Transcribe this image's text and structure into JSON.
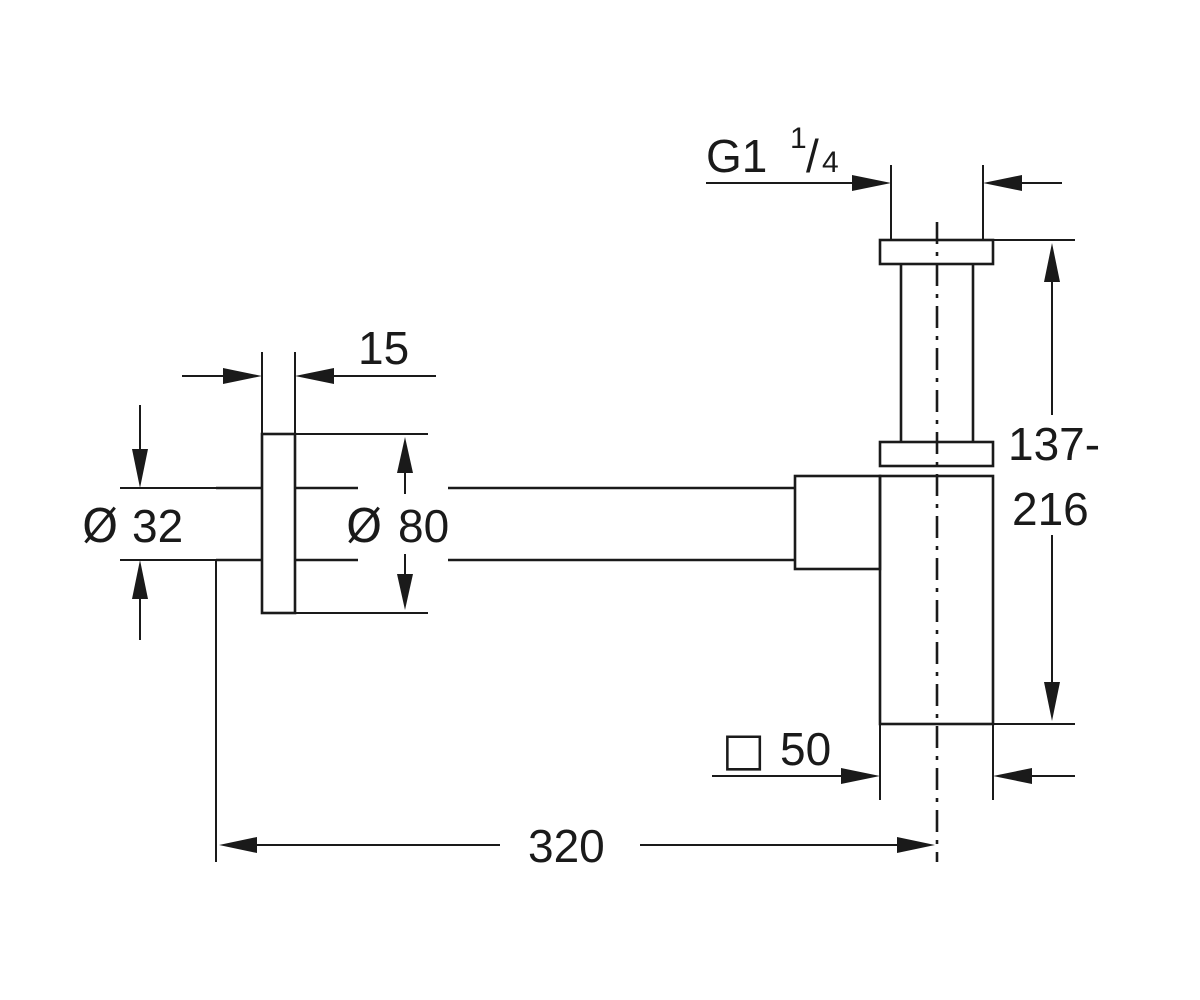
{
  "dimensions": {
    "thread": {
      "main": "G1",
      "num": "1",
      "slash": "/",
      "den": "4"
    },
    "flange_thickness": "15",
    "pipe_diameter": {
      "symbol": "Ø",
      "value": "32"
    },
    "flange_diameter": {
      "symbol": "Ø",
      "value": "80"
    },
    "height_range": {
      "line1": "137-",
      "line2": "216"
    },
    "body_square": {
      "symbol": "□",
      "value": "50"
    },
    "total_length": "320"
  }
}
